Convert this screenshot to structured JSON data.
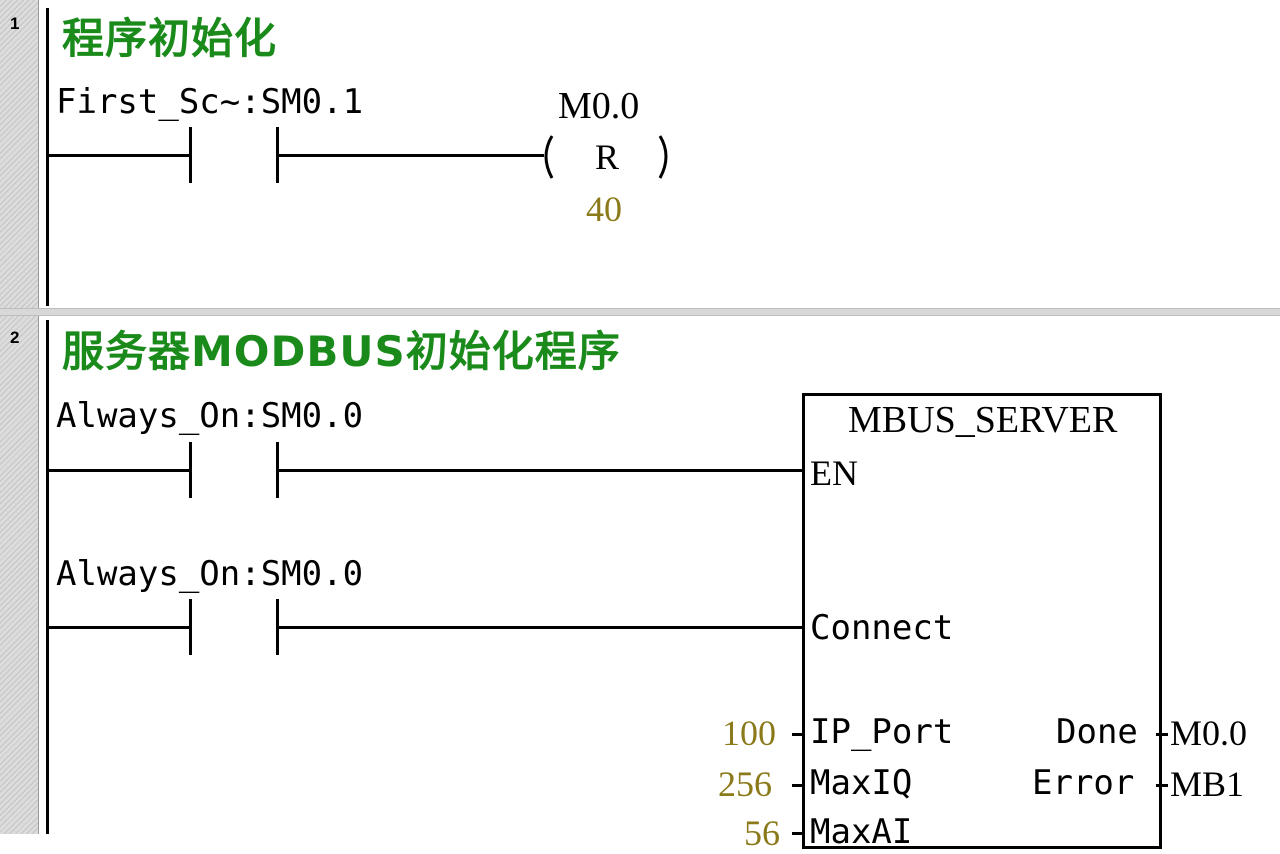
{
  "networks": [
    {
      "number": "1",
      "title": "程序初始化",
      "contact": {
        "label": "First_Sc~:SM0.1"
      },
      "coil": {
        "address": "M0.0",
        "type": "R",
        "count": "40"
      }
    },
    {
      "number": "2",
      "title": "服务器MODBUS初始化程序",
      "contacts": [
        {
          "label": "Always_On:SM0.0"
        },
        {
          "label": "Always_On:SM0.0"
        }
      ],
      "block": {
        "name": "MBUS_SERVER",
        "inputs": [
          "EN",
          "Connect"
        ],
        "params": [
          {
            "value": "100",
            "pin": "IP_Port",
            "out_pin": "Done",
            "out_value": "M0.0"
          },
          {
            "value": "256",
            "pin": "MaxIQ",
            "out_pin": "Error",
            "out_value": "MB1"
          },
          {
            "value": "56",
            "pin": "MaxAI"
          }
        ]
      }
    }
  ]
}
